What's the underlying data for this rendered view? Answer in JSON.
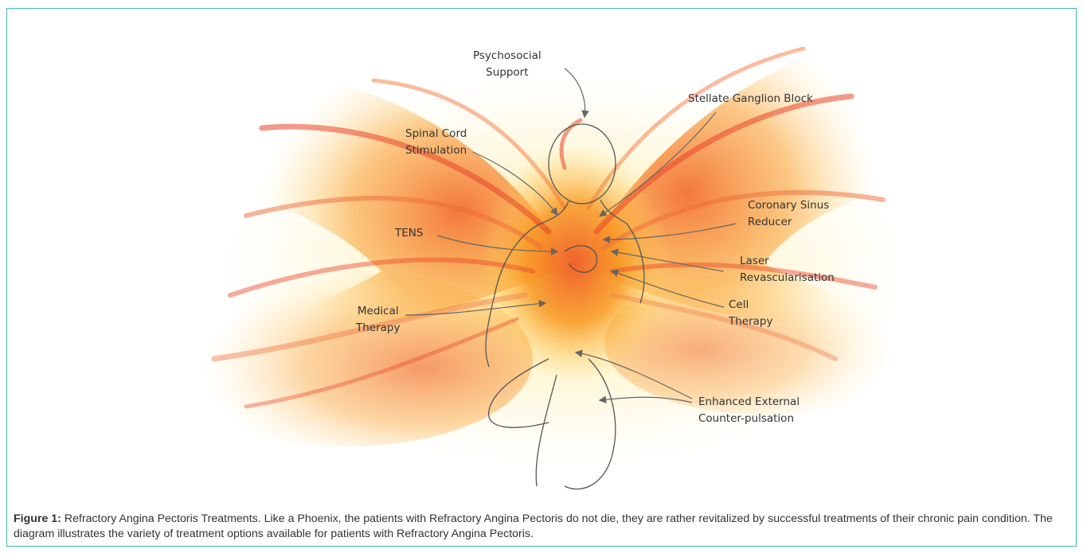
{
  "figure": {
    "labels": {
      "psychosocial": "Psychosocial\nSupport",
      "stellate": "Stellate Ganglion Block",
      "spinal": "Spinal Cord\nStimulation",
      "coronary": "Coronary Sinus\nReducer",
      "tens": "TENS",
      "laser": "Laser\nRevascularisation",
      "medical": "Medical\nTherapy",
      "cell": "Cell\nTherapy",
      "eecp": "Enhanced External\nCounter-pulsation"
    }
  },
  "caption": {
    "label": "Figure 1:",
    "text": " Refractory Angina Pectoris Treatments. Like a Phoenix, the patients with Refractory Angina Pectoris do not die, they are rather revitalized by successful treatments of their chronic pain condition. The diagram illustrates the variety of treatment options available for patients with Refractory Angina Pectoris."
  },
  "colors": {
    "border": "#3fb8b0",
    "flame_yellow": "#ffd76a",
    "flame_orange": "#f7941d",
    "flame_red": "#e8452a",
    "outline": "#555555"
  }
}
